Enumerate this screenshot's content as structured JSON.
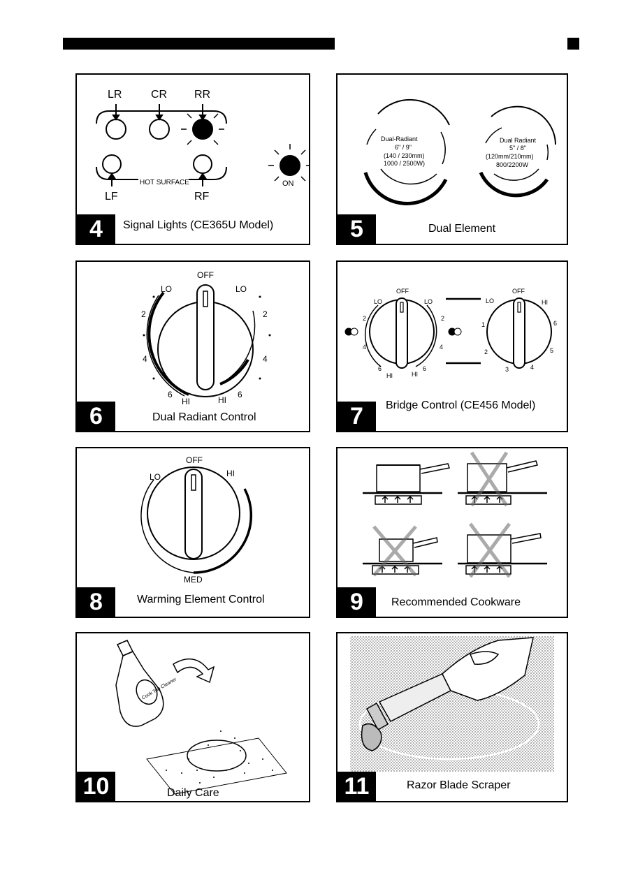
{
  "header": {
    "bar": "",
    "marker": ""
  },
  "panels": {
    "p4": {
      "number": "4",
      "caption": "Signal Lights (CE365U Model)",
      "labels": {
        "lr": "LR",
        "cr": "CR",
        "rr": "RR",
        "lf": "LF",
        "rf": "RF",
        "hot_surface": "HOT SURFACE",
        "on": "ON"
      }
    },
    "p5": {
      "number": "5",
      "caption": "Dual Element",
      "left": {
        "l1": "Dual-Radiant",
        "l2": "6\" / 9\"",
        "l3": "(140 / 230mm)",
        "l4": "1000 / 2500W)"
      },
      "right": {
        "l1": "Dual Radiant",
        "l2": "5\" / 8\"",
        "l3": "(120mm/210mm)",
        "l4": "800/2200W"
      }
    },
    "p6": {
      "number": "6",
      "caption": "Dual Radiant Control",
      "labels": {
        "off": "OFF",
        "lo": "LO",
        "two": "2",
        "four": "4",
        "six": "6",
        "hi": "HI"
      }
    },
    "p7": {
      "number": "7",
      "caption": "Bridge Control (CE456 Model)",
      "labels": {
        "off": "OFF",
        "lo": "LO",
        "hi": "HI",
        "n1": "1",
        "n2": "2",
        "n3": "3",
        "n4": "4",
        "n5": "5",
        "n6": "6"
      }
    },
    "p8": {
      "number": "8",
      "caption": "Warming Element Control",
      "labels": {
        "off": "OFF",
        "lo": "LO",
        "hi": "HI",
        "med": "MED"
      }
    },
    "p9": {
      "number": "9",
      "caption": "Recommended Cookware"
    },
    "p10": {
      "number": "10",
      "caption": "Daily Care",
      "bottle_label": "Cook Top Cleaner"
    },
    "p11": {
      "number": "11",
      "caption": "Razor Blade Scraper"
    }
  }
}
